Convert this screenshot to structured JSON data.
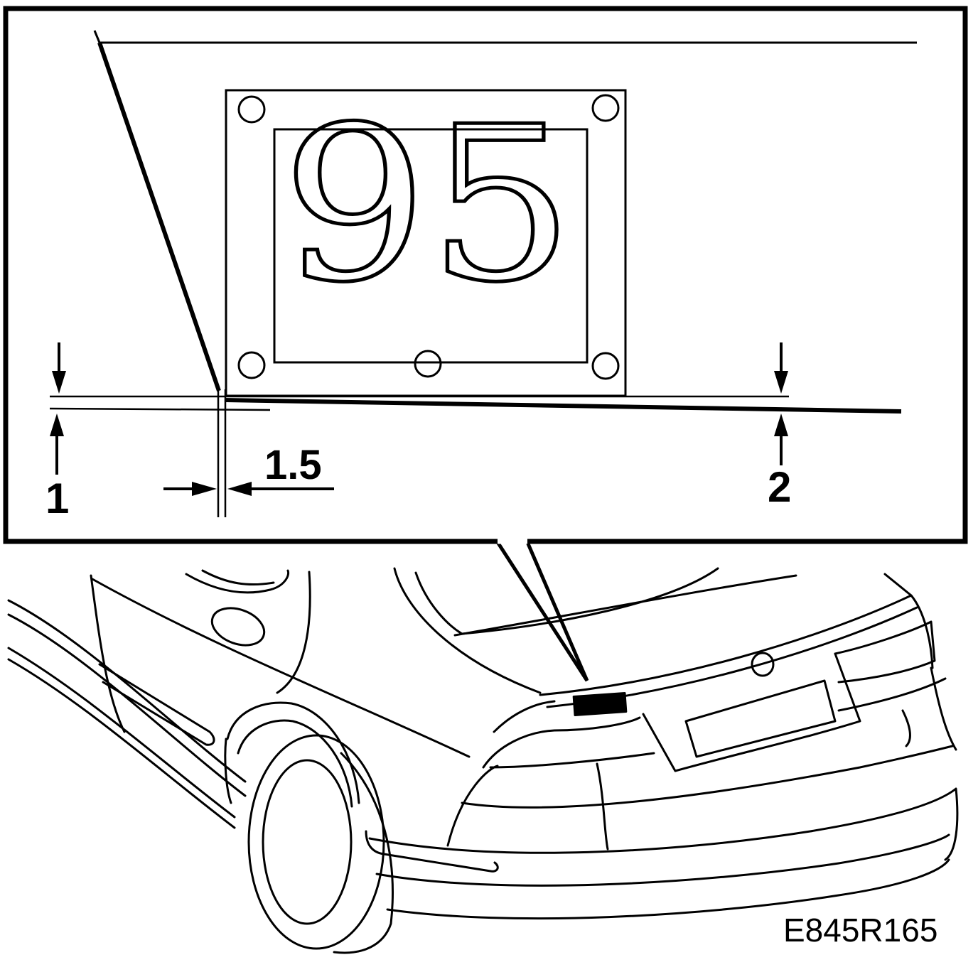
{
  "figure": {
    "badge_text": "95",
    "callout_1": "1",
    "callout_2": "2",
    "dimension": "1.5",
    "reference_code": "E845R165"
  },
  "colors": {
    "ink": "#000000",
    "paper": "#ffffff"
  }
}
